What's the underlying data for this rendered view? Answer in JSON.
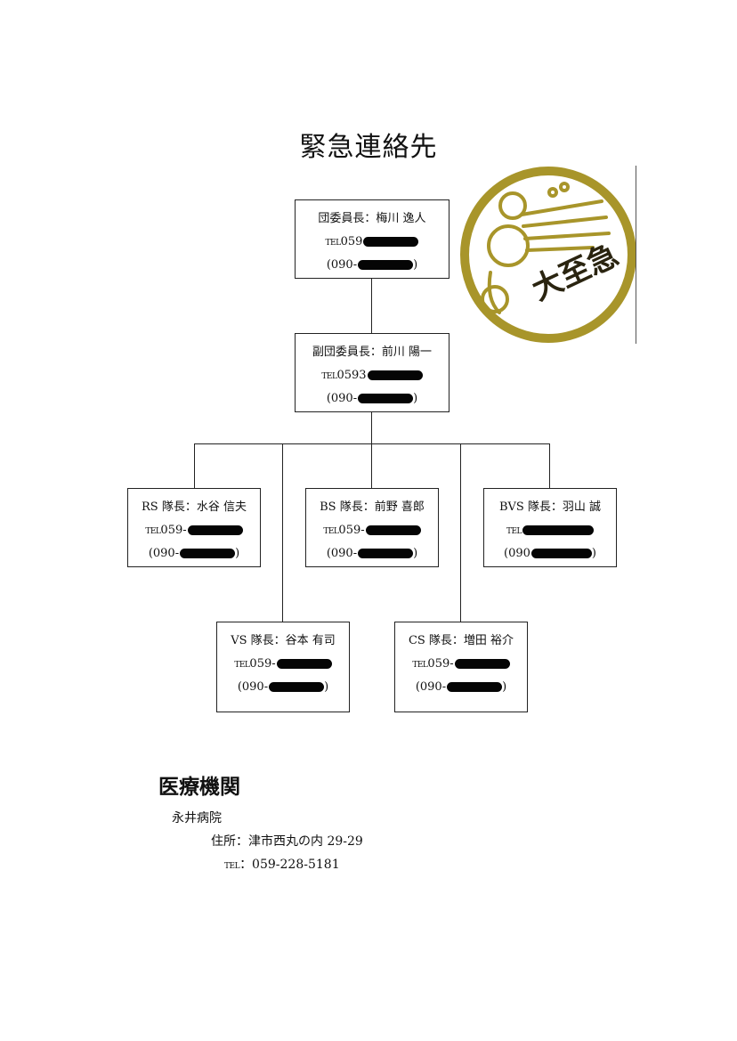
{
  "title": "緊急連絡先",
  "stamp_text": "大至急",
  "tel_mark": "TEL",
  "org": {
    "chairman": {
      "role": "団委員長：梅川 逸人",
      "tel": "059",
      "mobile_prefix": "(090-",
      "mobile_suffix": ")"
    },
    "vice_chairman": {
      "role": "副団委員長：前川 陽一",
      "tel": "0593",
      "mobile_prefix": "(090-",
      "mobile_suffix": ")"
    },
    "rs": {
      "role": "RS 隊長：水谷 信夫",
      "tel": "059-",
      "mobile_prefix": "(090-",
      "mobile_suffix": ")"
    },
    "bs": {
      "role": "BS 隊長：前野 喜郎",
      "tel": "059-",
      "mobile_prefix": "(090-",
      "mobile_suffix": ")"
    },
    "bvs": {
      "role": "BVS 隊長：羽山 誠",
      "tel": "",
      "mobile_prefix": "(090",
      "mobile_suffix": ")"
    },
    "vs": {
      "role": "VS 隊長：谷本 有司",
      "tel": "059-",
      "mobile_prefix": "(090-",
      "mobile_suffix": ")"
    },
    "cs": {
      "role": "CS 隊長：増田 裕介",
      "tel": "059-",
      "mobile_prefix": "(090-",
      "mobile_suffix": ")"
    }
  },
  "medical": {
    "heading": "医療機関",
    "hospital": "永井病院",
    "address": "住所：津市西丸の内 29-29",
    "tel_label": "：059-228-5181"
  }
}
